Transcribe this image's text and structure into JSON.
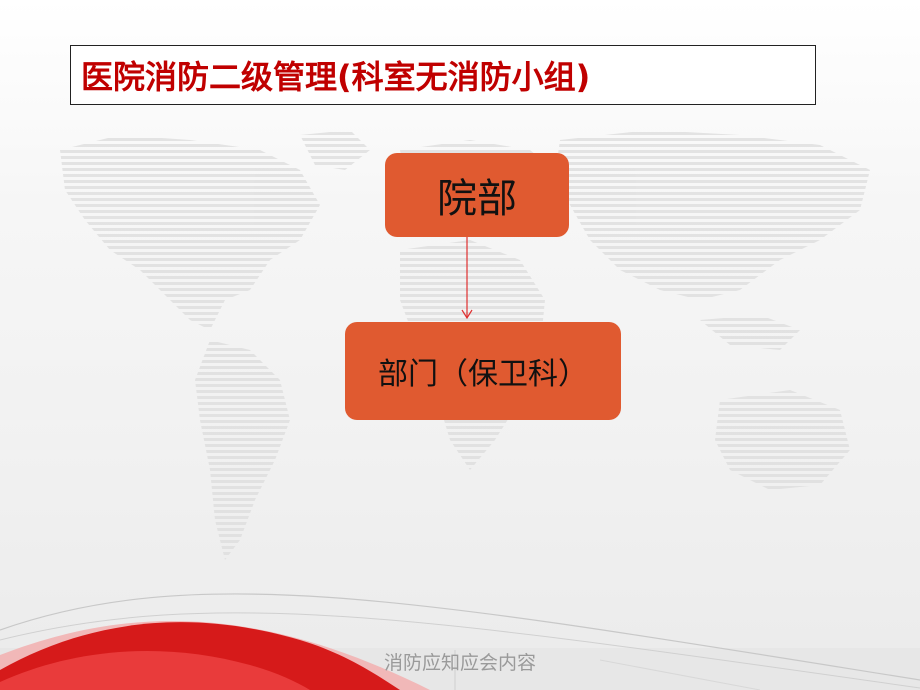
{
  "title": "医院消防二级管理(科室无消防小组)",
  "nodes": {
    "top": "院部",
    "bottom": "部门（保卫科）"
  },
  "footer": "消防应知应会内容",
  "colors": {
    "title_text": "#c00000",
    "node_fill": "#e05a30",
    "connector": "#e03030",
    "swoosh_red": "#d61a1a"
  }
}
